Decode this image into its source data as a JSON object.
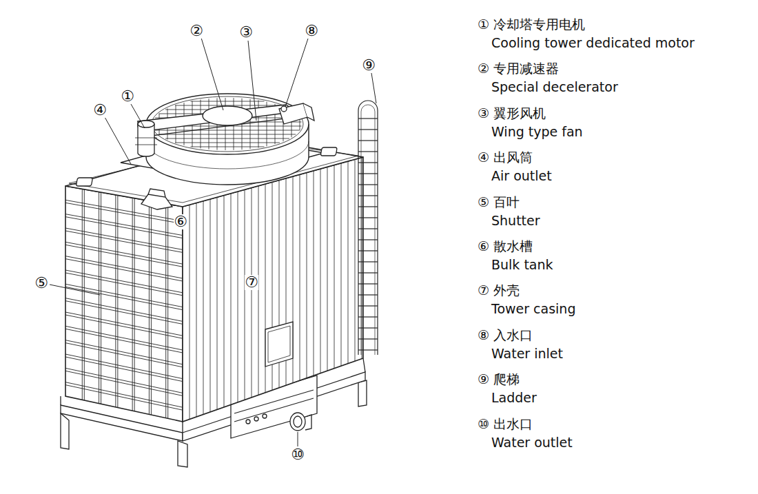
{
  "diagram": {
    "labels": [
      "①",
      "②",
      "③",
      "④",
      "⑤",
      "⑥",
      "⑦",
      "⑧",
      "⑨",
      "⑩",
      "① 冷却塔专用电机",
      "Cooling tower dedicated motor",
      "② 专用减速器",
      "Special decelerator",
      "③ 翼形风机",
      "Wing type fan",
      "④ 出风筒",
      "Air outlet",
      "⑤ 百叶",
      "Shutter",
      "⑥ 散水槽",
      "Bulk tank",
      "⑦ 外壳",
      "Tower casing",
      "⑧ 入水口",
      "Water inlet",
      "⑨ 爬梯",
      "Ladder",
      "⑩ 出水口",
      "Water outlet"
    ]
  }
}
